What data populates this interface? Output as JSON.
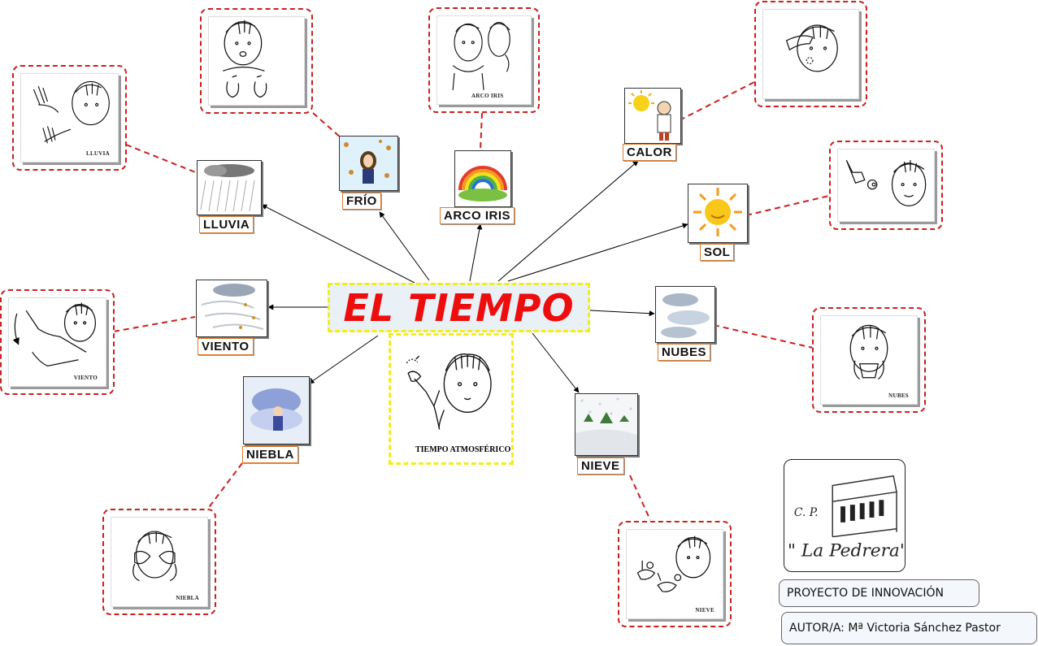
{
  "title": "EL TIEMPO",
  "center_sign_caption": "TIEMPO ATMOSFÉRICO",
  "concepts": {
    "lluvia": {
      "label": "LLUVIA",
      "sign_caption": "LLUVIA"
    },
    "frio": {
      "label": "FRÍO"
    },
    "arcoiris": {
      "label": "ARCO IRIS",
      "sign_caption": "ARCO IRIS"
    },
    "calor": {
      "label": "CALOR"
    },
    "sol": {
      "label": "SOL"
    },
    "viento": {
      "label": "VIENTO",
      "sign_caption": "VIENTO"
    },
    "nubes": {
      "label": "NUBES",
      "sign_caption": "NUBES"
    },
    "niebla": {
      "label": "NIEBLA",
      "sign_caption": "NIEBLA"
    },
    "nieve": {
      "label": "NIEVE",
      "sign_caption": "NIEVE"
    }
  },
  "school_logo": {
    "line1": "C. P.",
    "line2": "\" La Pedrera\""
  },
  "project": "PROYECTO DE INNOVACIÓN",
  "author": "AUTOR/A: Mª Victoria Sánchez Pastor",
  "colors": {
    "title_red": "#ee0d0d",
    "dashed_red": "#cc1f1f",
    "dashed_yellow": "#f2ee1d",
    "label_border": "#e07a2a"
  }
}
